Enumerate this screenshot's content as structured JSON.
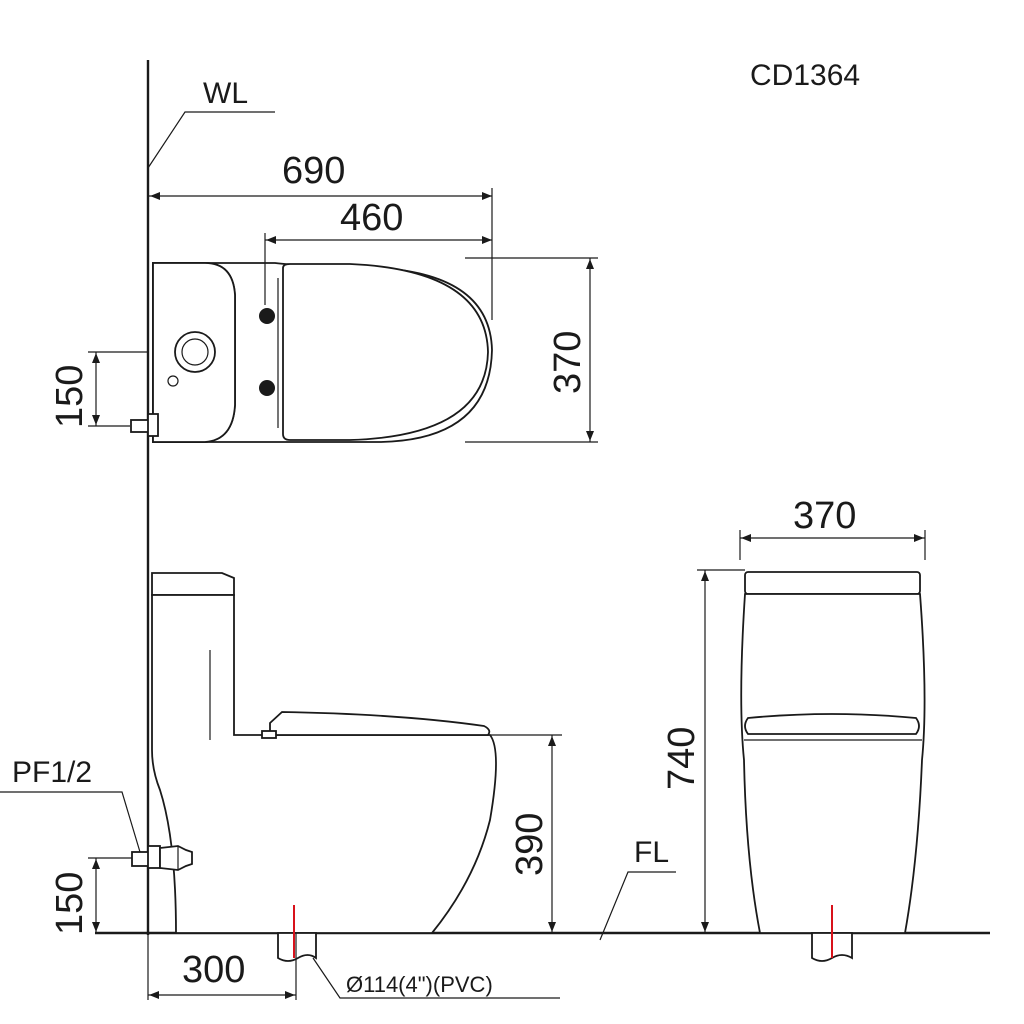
{
  "model": "CD1364",
  "labels": {
    "wall_line": "WL",
    "floor_line": "FL",
    "water_inlet": "PF1/2",
    "drain_pipe": "Ø114(4\")(PVC)"
  },
  "dimensions": {
    "overall_length": "690",
    "seat_length": "460",
    "top_width": "370",
    "inlet_offset_top": "150",
    "overall_height": "740",
    "seat_height": "390",
    "inlet_height": "150",
    "rough_in": "300",
    "front_width": "370"
  }
}
